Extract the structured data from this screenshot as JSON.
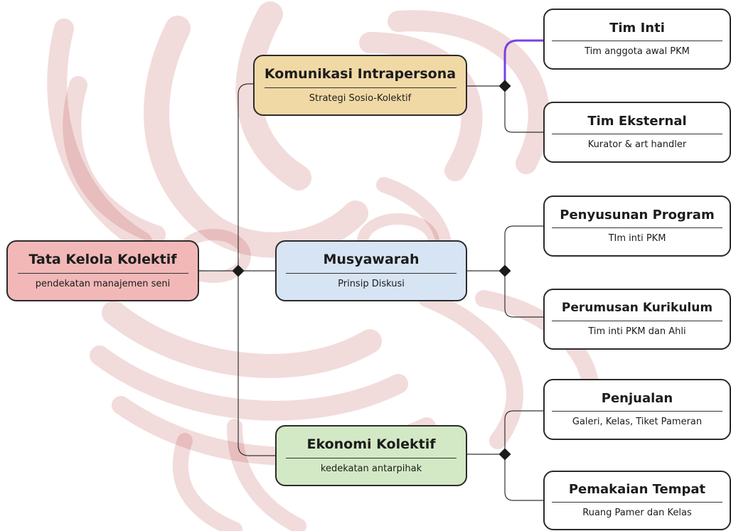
{
  "diagram": {
    "root": {
      "title": "Tata Kelola Kolektif",
      "subtitle": "pendekatan manajemen seni",
      "color": "#F2B8B8"
    },
    "branches": [
      {
        "title": "Komunikasi Intrapersona",
        "subtitle": "Strategi Sosio-Kolektif",
        "color": "#F1D9A6",
        "children": [
          {
            "title": "Tim Inti",
            "subtitle": "Tim anggota awal PKM"
          },
          {
            "title": "Tim Eksternal",
            "subtitle": "Kurator & art handler"
          }
        ]
      },
      {
        "title": "Musyawarah",
        "subtitle": "Prinsip Diskusi",
        "color": "#D7E4F4",
        "children": [
          {
            "title": "Penyusunan Program",
            "subtitle": "TIm inti PKM"
          },
          {
            "title": "Perumusan Kurikulum",
            "subtitle": "Tim inti PKM dan Ahli"
          }
        ]
      },
      {
        "title": "Ekonomi Kolektif",
        "subtitle": "kedekatan antarpihak",
        "color": "#D3E9C5",
        "children": [
          {
            "title": "Penjualan",
            "subtitle": "Galeri, Kelas, Tiket Pameran"
          },
          {
            "title": "Pemakaian Tempat",
            "subtitle": "Ruang Pamer dan Kelas"
          }
        ]
      }
    ],
    "leaf_color": "#FFFFFF",
    "highlight_connector_color": "#7B3FE4",
    "watermark_color": "#B63A3A"
  }
}
